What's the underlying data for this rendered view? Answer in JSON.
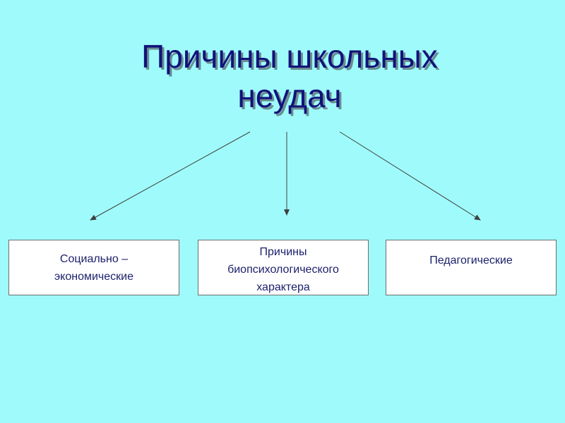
{
  "title": {
    "line1": "Причины школьных",
    "line2": "неудач"
  },
  "categories": [
    {
      "lines": [
        "Социально –",
        "экономические"
      ]
    },
    {
      "lines": [
        "Причины",
        "биопсихологического",
        "характера"
      ]
    },
    {
      "lines": [
        "Педагогические"
      ]
    }
  ],
  "colors": {
    "background": "#9FFBFB",
    "title": "#12127A",
    "box_text": "#1B1F6B",
    "box_border": "#6E6E6E",
    "arrow": "#404040"
  }
}
